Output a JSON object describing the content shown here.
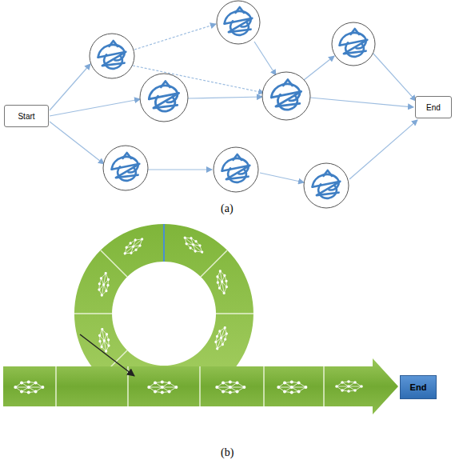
{
  "diagram": {
    "nodes": [
      {
        "text": [
          "Start"
        ]
      },
      {
        "text": [
          "End"
        ]
      },
      {
        "text": [
          "End"
        ]
      }
    ],
    "labels": [
      "(a)",
      "(b)"
    ]
  }
}
